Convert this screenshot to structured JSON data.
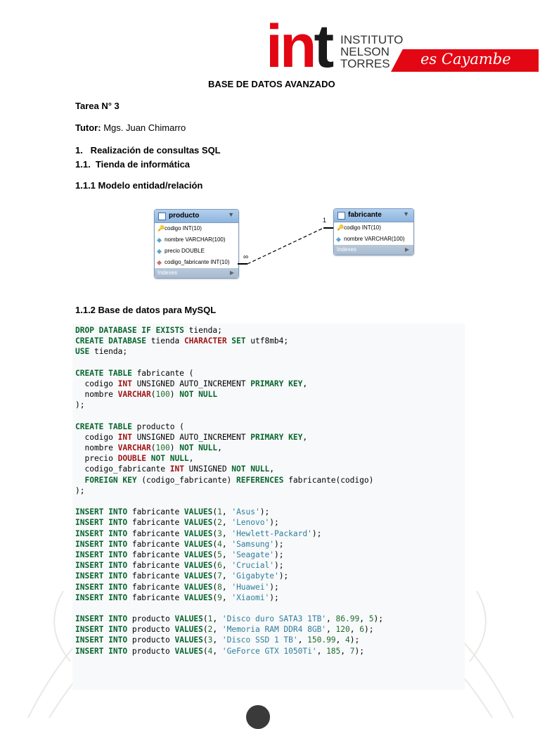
{
  "header": {
    "logo_text_red": "in",
    "logo_text_dark": "t",
    "institute_lines": [
      "INSTITUTO",
      "NELSON",
      "TORRES"
    ],
    "ribbon_text": "es Cayambe"
  },
  "title": "BASE DE DATOS AVANZADO",
  "tarea": "Tarea N° 3",
  "tutor_label": "Tutor:",
  "tutor_name": " Mgs. Juan Chimarro",
  "section_1": "1.   Realización de consultas SQL",
  "section_1_1": "1.1.  Tienda de informática",
  "section_1_1_1": "1.1.1 Modelo entidad/relación",
  "section_1_1_2": "1.1.2 Base de datos para MySQL",
  "diagram": {
    "producto": {
      "name": "producto",
      "fields": [
        "codigo INT(10)",
        "nombre VARCHAR(100)",
        "precio DOUBLE",
        "codigo_fabricante INT(10)"
      ],
      "indexes": "Indexes"
    },
    "fabricante": {
      "name": "fabricante",
      "fields": [
        "codigo INT(10)",
        "nombre VARCHAR(100)"
      ],
      "indexes": "Indexes"
    },
    "cardinality_one": "1",
    "cardinality_many": "∞"
  },
  "code_lines": [
    [
      [
        "kw",
        "DROP DATABASE IF EXISTS "
      ],
      [
        "tx",
        "tienda;"
      ]
    ],
    [
      [
        "kw",
        "CREATE DATABASE "
      ],
      [
        "tx",
        "tienda "
      ],
      [
        "ty",
        "CHARACTER"
      ],
      [
        "kw",
        " SET "
      ],
      [
        "tx",
        "utf8mb4;"
      ]
    ],
    [
      [
        "kw",
        "USE "
      ],
      [
        "tx",
        "tienda;"
      ]
    ],
    [],
    [
      [
        "kw",
        "CREATE TABLE "
      ],
      [
        "tx",
        "fabricante ("
      ]
    ],
    [
      [
        "tx",
        "  codigo "
      ],
      [
        "ty",
        "INT"
      ],
      [
        "tx",
        " UNSIGNED AUTO_INCREMENT "
      ],
      [
        "kw",
        "PRIMARY KEY"
      ],
      [
        "tx",
        ","
      ]
    ],
    [
      [
        "tx",
        "  nombre "
      ],
      [
        "ty",
        "VARCHAR"
      ],
      [
        "tx",
        "("
      ],
      [
        "nu",
        "100"
      ],
      [
        "tx",
        ") "
      ],
      [
        "kw",
        "NOT NULL"
      ]
    ],
    [
      [
        "tx",
        ");"
      ]
    ],
    [],
    [
      [
        "kw",
        "CREATE TABLE "
      ],
      [
        "tx",
        "producto ("
      ]
    ],
    [
      [
        "tx",
        "  codigo "
      ],
      [
        "ty",
        "INT"
      ],
      [
        "tx",
        " UNSIGNED AUTO_INCREMENT "
      ],
      [
        "kw",
        "PRIMARY KEY"
      ],
      [
        "tx",
        ","
      ]
    ],
    [
      [
        "tx",
        "  nombre "
      ],
      [
        "ty",
        "VARCHAR"
      ],
      [
        "tx",
        "("
      ],
      [
        "nu",
        "100"
      ],
      [
        "tx",
        ") "
      ],
      [
        "kw",
        "NOT NULL"
      ],
      [
        "tx",
        ","
      ]
    ],
    [
      [
        "tx",
        "  precio "
      ],
      [
        "ty",
        "DOUBLE"
      ],
      [
        "kw",
        " NOT NULL"
      ],
      [
        "tx",
        ","
      ]
    ],
    [
      [
        "tx",
        "  codigo_fabricante "
      ],
      [
        "ty",
        "INT"
      ],
      [
        "tx",
        " UNSIGNED "
      ],
      [
        "kw",
        "NOT NULL"
      ],
      [
        "tx",
        ","
      ]
    ],
    [
      [
        "kw",
        "  FOREIGN KEY "
      ],
      [
        "tx",
        "(codigo_fabricante) "
      ],
      [
        "kw",
        "REFERENCES "
      ],
      [
        "tx",
        "fabricante(codigo)"
      ]
    ],
    [
      [
        "tx",
        ");"
      ]
    ],
    [],
    [
      [
        "kw",
        "INSERT INTO "
      ],
      [
        "tx",
        "fabricante "
      ],
      [
        "kw",
        "VALUES"
      ],
      [
        "tx",
        "("
      ],
      [
        "nu",
        "1"
      ],
      [
        "tx",
        ", "
      ],
      [
        "st",
        "'Asus'"
      ],
      [
        "tx",
        ");"
      ]
    ],
    [
      [
        "kw",
        "INSERT INTO "
      ],
      [
        "tx",
        "fabricante "
      ],
      [
        "kw",
        "VALUES"
      ],
      [
        "tx",
        "("
      ],
      [
        "nu",
        "2"
      ],
      [
        "tx",
        ", "
      ],
      [
        "st",
        "'Lenovo'"
      ],
      [
        "tx",
        ");"
      ]
    ],
    [
      [
        "kw",
        "INSERT INTO "
      ],
      [
        "tx",
        "fabricante "
      ],
      [
        "kw",
        "VALUES"
      ],
      [
        "tx",
        "("
      ],
      [
        "nu",
        "3"
      ],
      [
        "tx",
        ", "
      ],
      [
        "st",
        "'Hewlett-Packard'"
      ],
      [
        "tx",
        ");"
      ]
    ],
    [
      [
        "kw",
        "INSERT INTO "
      ],
      [
        "tx",
        "fabricante "
      ],
      [
        "kw",
        "VALUES"
      ],
      [
        "tx",
        "("
      ],
      [
        "nu",
        "4"
      ],
      [
        "tx",
        ", "
      ],
      [
        "st",
        "'Samsung'"
      ],
      [
        "tx",
        ");"
      ]
    ],
    [
      [
        "kw",
        "INSERT INTO "
      ],
      [
        "tx",
        "fabricante "
      ],
      [
        "kw",
        "VALUES"
      ],
      [
        "tx",
        "("
      ],
      [
        "nu",
        "5"
      ],
      [
        "tx",
        ", "
      ],
      [
        "st",
        "'Seagate'"
      ],
      [
        "tx",
        ");"
      ]
    ],
    [
      [
        "kw",
        "INSERT INTO "
      ],
      [
        "tx",
        "fabricante "
      ],
      [
        "kw",
        "VALUES"
      ],
      [
        "tx",
        "("
      ],
      [
        "nu",
        "6"
      ],
      [
        "tx",
        ", "
      ],
      [
        "st",
        "'Crucial'"
      ],
      [
        "tx",
        ");"
      ]
    ],
    [
      [
        "kw",
        "INSERT INTO "
      ],
      [
        "tx",
        "fabricante "
      ],
      [
        "kw",
        "VALUES"
      ],
      [
        "tx",
        "("
      ],
      [
        "nu",
        "7"
      ],
      [
        "tx",
        ", "
      ],
      [
        "st",
        "'Gigabyte'"
      ],
      [
        "tx",
        ");"
      ]
    ],
    [
      [
        "kw",
        "INSERT INTO "
      ],
      [
        "tx",
        "fabricante "
      ],
      [
        "kw",
        "VALUES"
      ],
      [
        "tx",
        "("
      ],
      [
        "nu",
        "8"
      ],
      [
        "tx",
        ", "
      ],
      [
        "st",
        "'Huawei'"
      ],
      [
        "tx",
        ");"
      ]
    ],
    [
      [
        "kw",
        "INSERT INTO "
      ],
      [
        "tx",
        "fabricante "
      ],
      [
        "kw",
        "VALUES"
      ],
      [
        "tx",
        "("
      ],
      [
        "nu",
        "9"
      ],
      [
        "tx",
        ", "
      ],
      [
        "st",
        "'Xiaomi'"
      ],
      [
        "tx",
        ");"
      ]
    ],
    [],
    [
      [
        "kw",
        "INSERT INTO "
      ],
      [
        "tx",
        "producto "
      ],
      [
        "kw",
        "VALUES"
      ],
      [
        "tx",
        "("
      ],
      [
        "nu",
        "1"
      ],
      [
        "tx",
        ", "
      ],
      [
        "st",
        "'Disco duro SATA3 1TB'"
      ],
      [
        "tx",
        ", "
      ],
      [
        "nu",
        "86.99"
      ],
      [
        "tx",
        ", "
      ],
      [
        "nu",
        "5"
      ],
      [
        "tx",
        ");"
      ]
    ],
    [
      [
        "kw",
        "INSERT INTO "
      ],
      [
        "tx",
        "producto "
      ],
      [
        "kw",
        "VALUES"
      ],
      [
        "tx",
        "("
      ],
      [
        "nu",
        "2"
      ],
      [
        "tx",
        ", "
      ],
      [
        "st",
        "'Memoria RAM DDR4 8GB'"
      ],
      [
        "tx",
        ", "
      ],
      [
        "nu",
        "120"
      ],
      [
        "tx",
        ", "
      ],
      [
        "nu",
        "6"
      ],
      [
        "tx",
        ");"
      ]
    ],
    [
      [
        "kw",
        "INSERT INTO "
      ],
      [
        "tx",
        "producto "
      ],
      [
        "kw",
        "VALUES"
      ],
      [
        "tx",
        "("
      ],
      [
        "nu",
        "3"
      ],
      [
        "tx",
        ", "
      ],
      [
        "st",
        "'Disco SSD 1 TB'"
      ],
      [
        "tx",
        ", "
      ],
      [
        "nu",
        "150.99"
      ],
      [
        "tx",
        ", "
      ],
      [
        "nu",
        "4"
      ],
      [
        "tx",
        ");"
      ]
    ],
    [
      [
        "kw",
        "INSERT INTO "
      ],
      [
        "tx",
        "producto "
      ],
      [
        "kw",
        "VALUES"
      ],
      [
        "tx",
        "("
      ],
      [
        "nu",
        "4"
      ],
      [
        "tx",
        ", "
      ],
      [
        "st",
        "'GeForce GTX 1050Ti'"
      ],
      [
        "tx",
        ", "
      ],
      [
        "nu",
        "185"
      ],
      [
        "tx",
        ", "
      ],
      [
        "nu",
        "7"
      ],
      [
        "tx",
        ");"
      ]
    ]
  ]
}
